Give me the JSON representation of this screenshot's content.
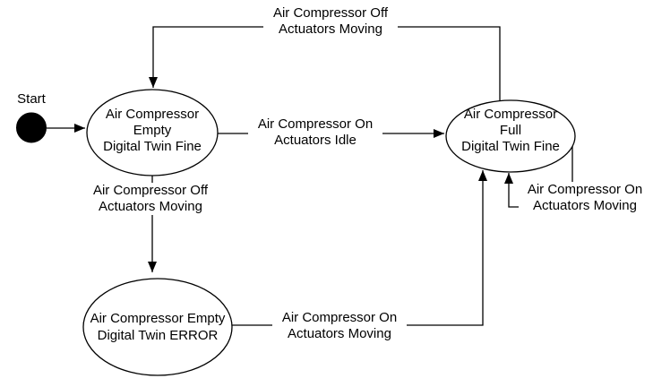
{
  "diagram": {
    "type": "state-machine",
    "colors": {
      "background": "#ffffff",
      "stroke": "#000000",
      "text": "#000000",
      "start_node_fill": "#000000"
    },
    "start": {
      "label": "Start"
    },
    "states": [
      {
        "name": "air-compressor-empty-digital-twin-fine",
        "lines": [
          "Air Compressor",
          "Empty",
          "Digital Twin Fine"
        ]
      },
      {
        "name": "air-compressor-full-digital-twin-fine",
        "lines": [
          "Air Compressor",
          "Full",
          "Digital Twin Fine"
        ]
      },
      {
        "name": "air-compressor-empty-digital-twin-error",
        "lines": [
          "Air Compressor Empty",
          "Digital Twin ERROR"
        ]
      }
    ],
    "transitions": [
      {
        "name": "full-to-empty-top",
        "lines": [
          "Air Compressor Off",
          "Actuators Moving"
        ]
      },
      {
        "name": "empty-to-full",
        "lines": [
          "Air Compressor On",
          "Actuators Idle"
        ]
      },
      {
        "name": "empty-to-error",
        "lines": [
          "Air Compressor Off",
          "Actuators Moving"
        ]
      },
      {
        "name": "error-to-full",
        "lines": [
          "Air Compressor On",
          "Actuators Moving"
        ]
      },
      {
        "name": "full-self-loop",
        "lines": [
          "Air Compressor On",
          "Actuators Moving"
        ]
      }
    ]
  }
}
